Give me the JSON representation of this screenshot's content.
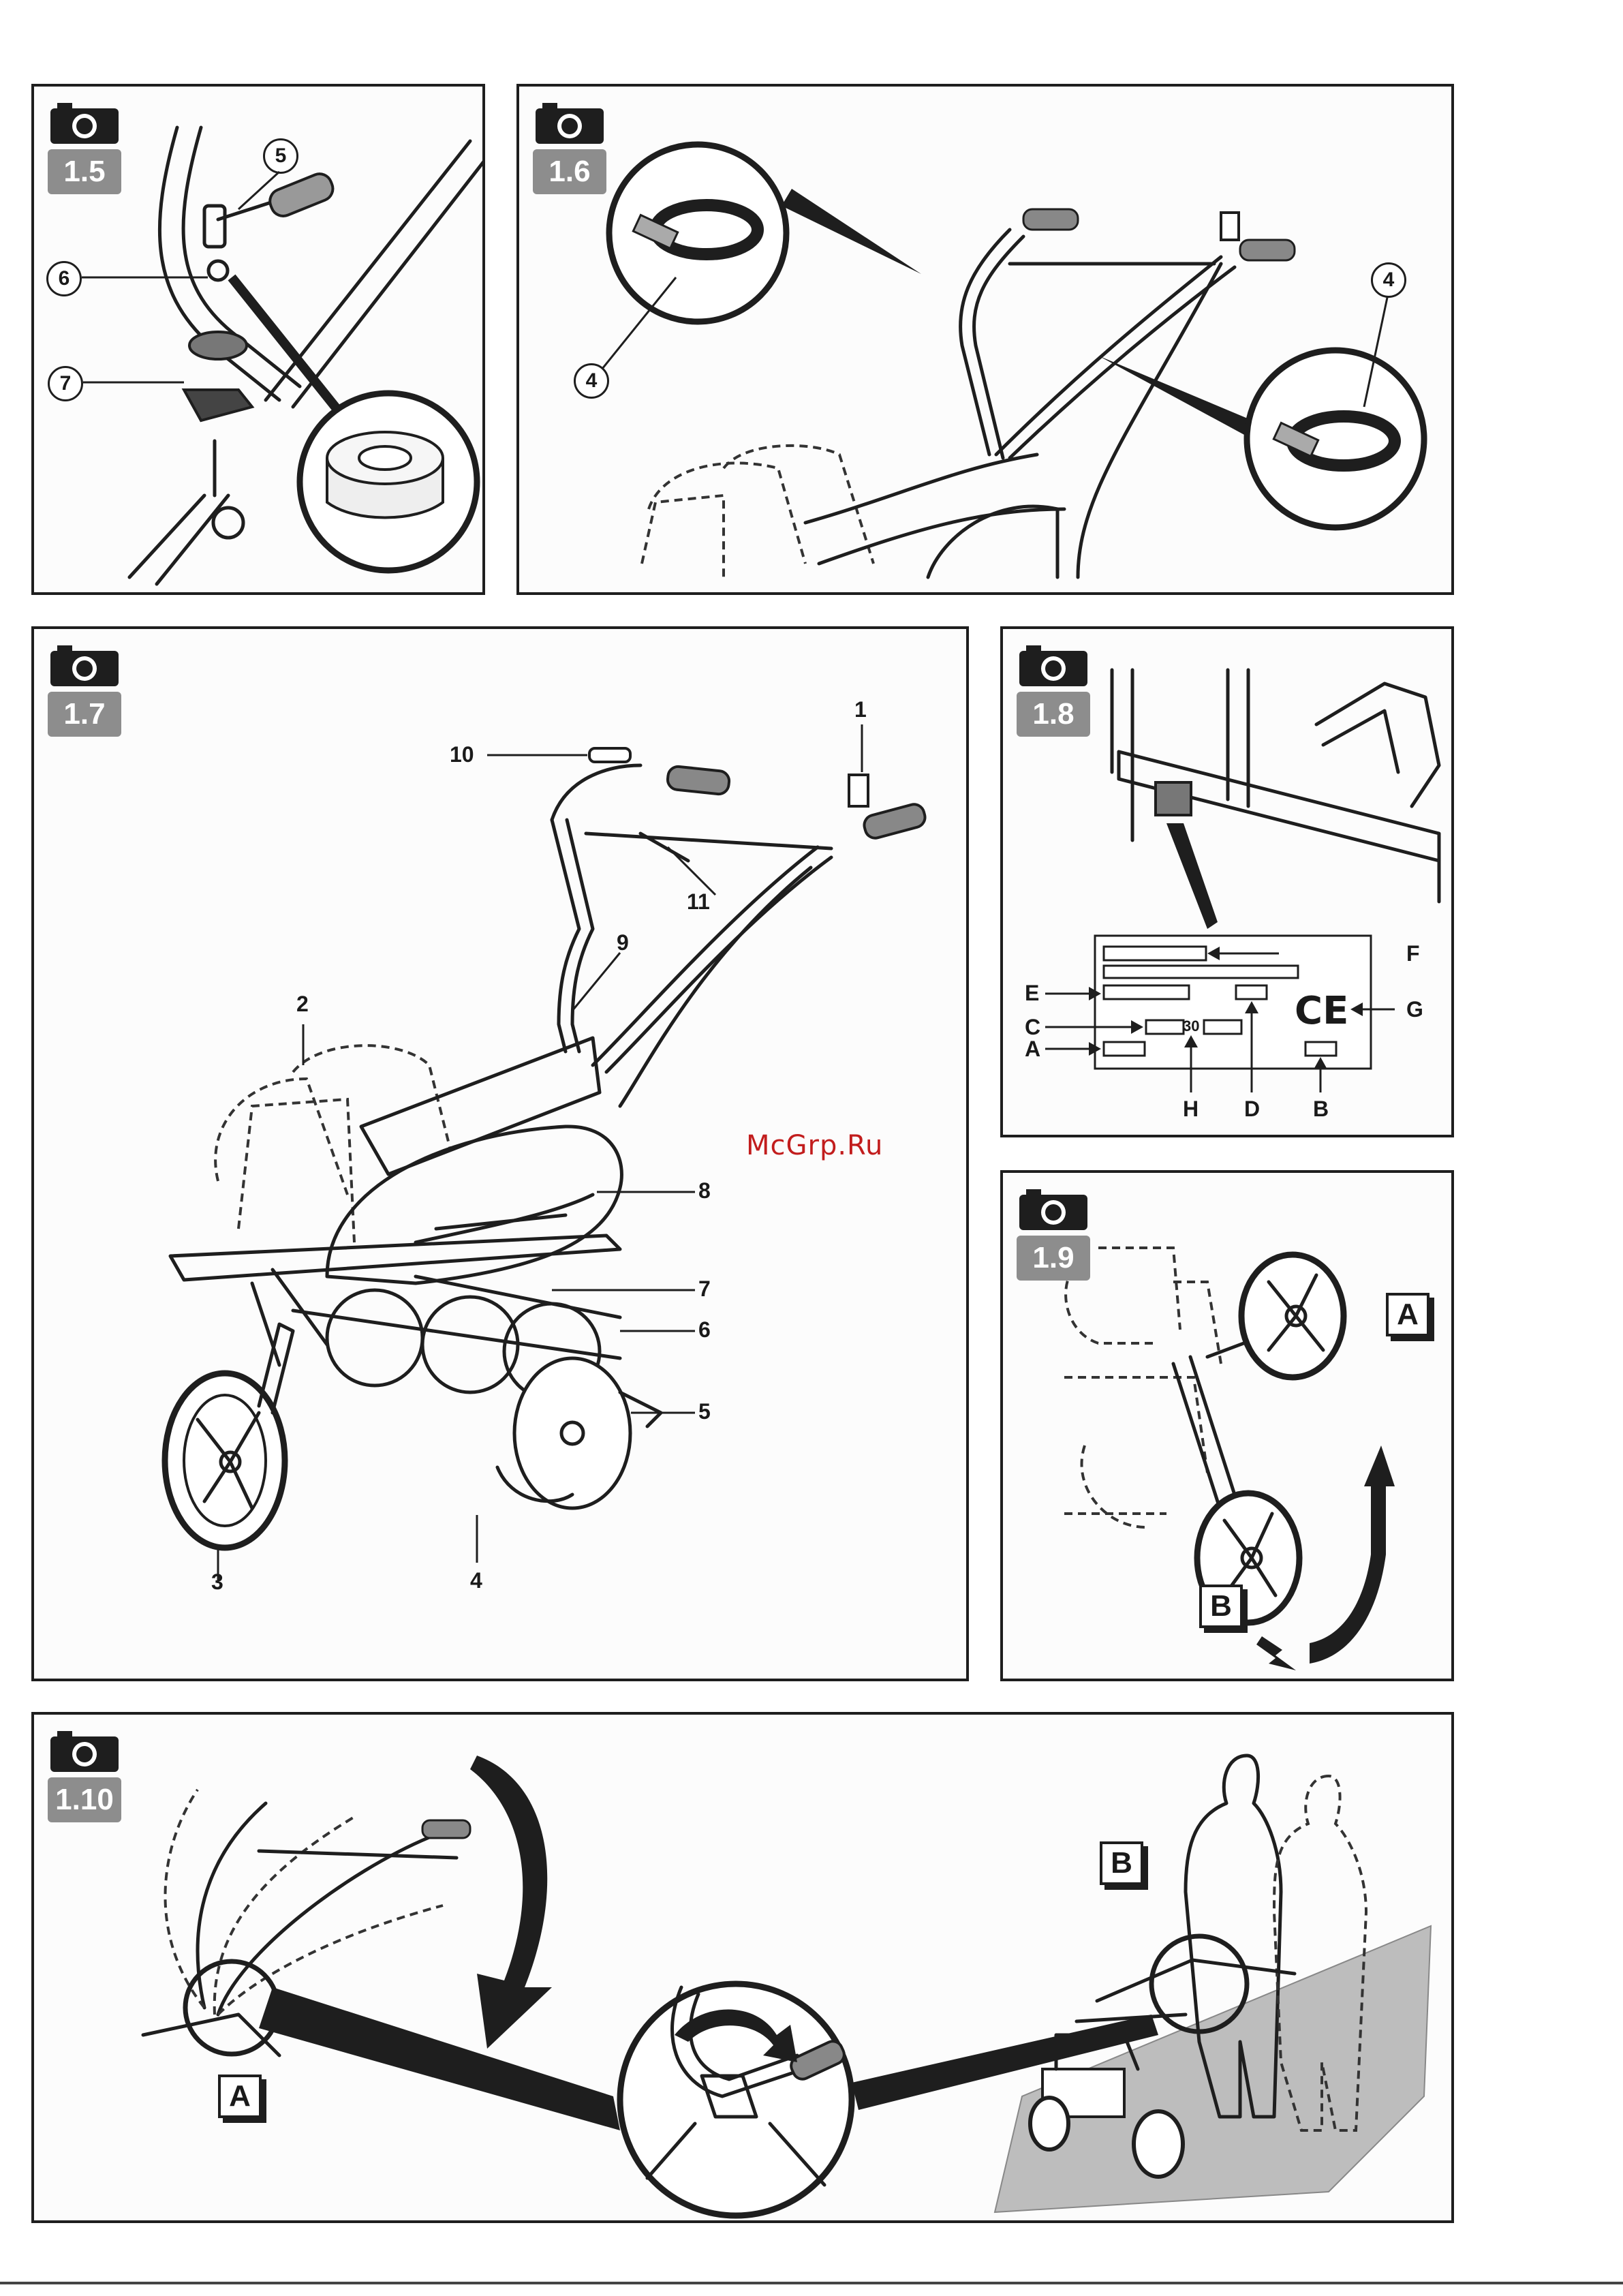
{
  "watermark": "McGrp.Ru",
  "figures": {
    "f15": {
      "number": "1.5",
      "labels": [
        "5",
        "6",
        "7"
      ]
    },
    "f16": {
      "number": "1.6",
      "labels": [
        "4",
        "4"
      ]
    },
    "f17": {
      "number": "1.7",
      "labels": [
        "1",
        "2",
        "3",
        "4",
        "5",
        "6",
        "7",
        "8",
        "9",
        "10",
        "11"
      ]
    },
    "f18": {
      "number": "1.8",
      "labels": [
        "E",
        "C",
        "A",
        "F",
        "G",
        "H",
        "D",
        "B"
      ],
      "serial": "30",
      "mark": "CE"
    },
    "f19": {
      "number": "1.9",
      "labels": [
        "A",
        "B"
      ]
    },
    "f110": {
      "number": "1.10",
      "labels": [
        "A",
        "B"
      ]
    }
  }
}
